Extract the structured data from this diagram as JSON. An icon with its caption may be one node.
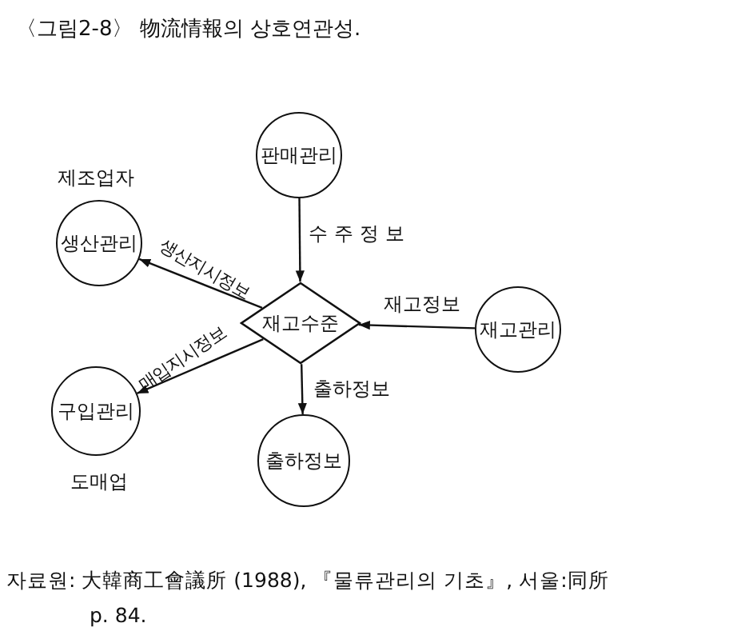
{
  "diagram": {
    "title": "〈그림2-8〉 物流情報의 상호연관성.",
    "caption": "자료원: 大韓商工會議所 (1988), 『물류관리의 기초』, 서울:同所 p. 84.",
    "nodes": [
      {
        "text": [
          "판매관리"
        ]
      },
      {
        "text": [
          "생산관리"
        ],
        "beside": [
          "제조업자"
        ]
      },
      {
        "text": [
          "재고수준"
        ]
      },
      {
        "text": [
          "재고관리"
        ]
      },
      {
        "text": [
          "구입관리"
        ],
        "beside": [
          "도매업"
        ]
      },
      {
        "text": [
          "출하정보"
        ]
      }
    ],
    "edges": [
      {
        "from": 0,
        "to": 2,
        "arrow": "to",
        "label": "수주정보"
      },
      {
        "from": 2,
        "to": 1,
        "arrow": "to",
        "label": "생산지시정보"
      },
      {
        "from": 3,
        "to": 2,
        "arrow": "to",
        "label": "재고정보"
      },
      {
        "from": 2,
        "to": 4,
        "arrow": "to",
        "label": "매입지시정보"
      },
      {
        "from": 2,
        "to": 5,
        "arrow": "to",
        "label": "출하정보"
      }
    ]
  }
}
